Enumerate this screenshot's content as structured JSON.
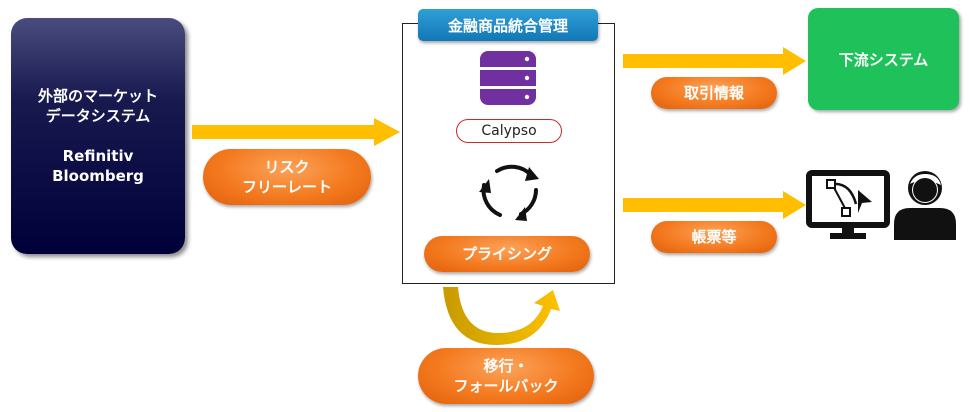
{
  "source": {
    "line1": "外部のマーケット",
    "line2": "データシステム",
    "vendor1": "Refinitiv",
    "vendor2": "Bloomberg"
  },
  "risk_pill": {
    "line1": "リスク",
    "line2": "フリーレート"
  },
  "system": {
    "title": "金融商品統合管理",
    "product": "Calypso",
    "pricing_label": "プライシング"
  },
  "migration_pill": {
    "line1": "移行・",
    "line2": "フォールバック"
  },
  "trade_info_label": "取引情報",
  "reports_label": "帳票等",
  "downstream_label": "下流システム",
  "icons": {
    "database": "database-icon",
    "cycle": "refresh-cycle-icon",
    "user_monitor": "user-monitor-icon"
  },
  "colors": {
    "arrow": "#ffbf00",
    "pill": "#f47a1f",
    "source_box": "#000038",
    "title_bar": "#1a84c4",
    "downstream": "#1ec15a",
    "database": "#7030a0"
  }
}
